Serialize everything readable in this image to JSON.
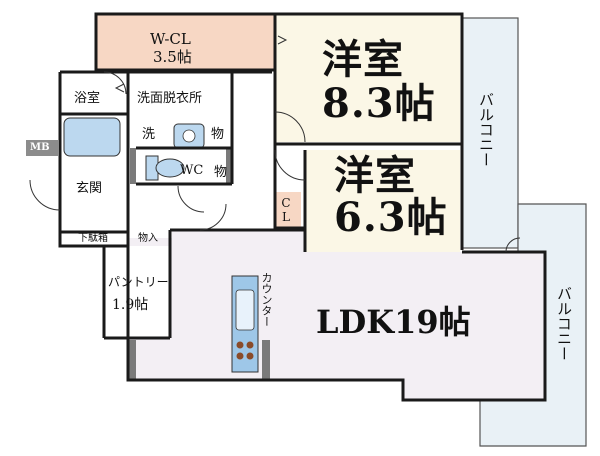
{
  "colors": {
    "wall": "#1a1a1a",
    "western_room_floor": "#fbf7e6",
    "closet_floor": "#f7d7c4",
    "ldk_floor": "#f3eff4",
    "balcony_floor": "#e9f1f6",
    "wet_area_floor": "#ffffff",
    "bath_blue": "#bcd8ef",
    "counter_blue": "#9ec7e8",
    "mb_box": "#8c8c8c",
    "door_pillar": "#7a7a7a"
  },
  "rooms": {
    "wcl": {
      "name": "W-CL",
      "size": "3.5帖"
    },
    "western1": {
      "name": "洋室",
      "size": "8.3帖"
    },
    "western2": {
      "name": "洋室",
      "size": "6.3帖"
    },
    "cl": {
      "name": "CL"
    },
    "bath": {
      "name": "浴室"
    },
    "washroom": {
      "name": "洗面脱衣所"
    },
    "washer": {
      "name": "洗"
    },
    "storage1": {
      "name": "物"
    },
    "storage2": {
      "name": "物"
    },
    "wc": {
      "name": "WC"
    },
    "entrance": {
      "name": "玄関"
    },
    "shoe_cabinet": {
      "name": "下駄箱"
    },
    "storage_entry": {
      "name": "物入"
    },
    "pantry": {
      "name": "パントリー",
      "size": "1.9帖"
    },
    "counter": {
      "name": "カウンター"
    },
    "ldk": {
      "name": "LDK19帖"
    },
    "balcony_upper": {
      "name": "バルコニー"
    },
    "balcony_lower": {
      "name": "バルコニー"
    },
    "mb": {
      "name": "MB"
    }
  }
}
